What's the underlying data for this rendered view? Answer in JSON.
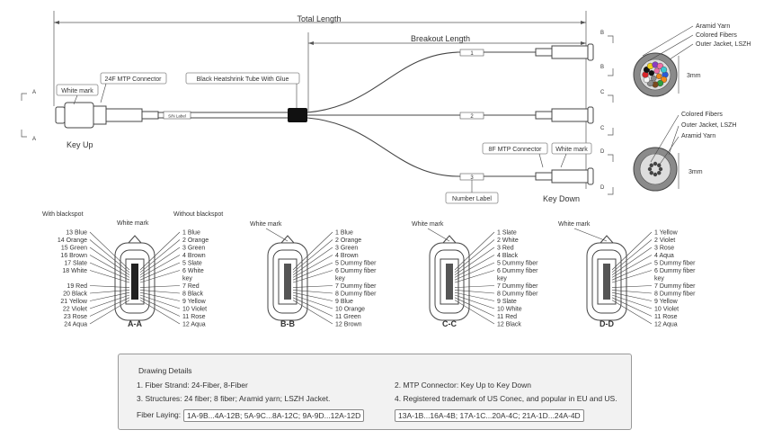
{
  "dimensions": {
    "total_length": "Total Length",
    "breakout_length": "Breakout Length"
  },
  "callouts": {
    "white_mark": "White mark",
    "mtp24": "24F MTP Connector",
    "heatshrink": "Black Heatshrink Tube With Glue",
    "mtp8": "8F MTP Connector",
    "number_label": "Number Label",
    "key_up": "Key Up",
    "key_down": "Key Down",
    "leg_labels": [
      "1",
      "2",
      "3"
    ],
    "cable_print": "S/N Label"
  },
  "section_letters": [
    "A",
    "A",
    "B",
    "B",
    "C",
    "C",
    "D",
    "D"
  ],
  "cross_section": {
    "top": [
      "Aramid Yarn",
      "Colored Fibers",
      "Outer Jacket, LSZH"
    ],
    "bottom": [
      "Colored Fibers",
      "Outer Jacket, LSZH",
      "Aramid Yarn"
    ],
    "diameter": "3mm"
  },
  "pinouts": {
    "aa": {
      "title": "A-A",
      "with_blackspot": "With blackspot",
      "without_blackspot": "Without blackspot",
      "white_mark": "White mark",
      "left": [
        "13 Blue",
        "14 Orange",
        "15 Green",
        "16 Brown",
        "17 Slate",
        "18 White",
        "",
        "19 Red",
        "20 Black",
        "21 Yellow",
        "22 Violet",
        "23 Rose",
        "24 Aqua"
      ],
      "right": [
        "1 Blue",
        "2 Orange",
        "3 Green",
        "4 Brown",
        "5 Slate",
        "6 White",
        "key",
        "7 Red",
        "8 Black",
        "9 Yellow",
        "10 Violet",
        "11 Rose",
        "12 Aqua"
      ]
    },
    "bb": {
      "title": "B-B",
      "white_mark": "White mark",
      "right": [
        "1 Blue",
        "2 Orange",
        "3 Green",
        "4 Brown",
        "5 Dummy fiber",
        "6 Dummy fiber",
        "key",
        "7 Dummy fiber",
        "8 Dummy fiber",
        "9 Blue",
        "10 Orange",
        "11 Green",
        "12 Brown"
      ]
    },
    "cc": {
      "title": "C-C",
      "white_mark": "White mark",
      "right": [
        "1 Slate",
        "2 White",
        "3 Red",
        "4 Black",
        "5 Dummy fiber",
        "6 Dummy fiber",
        "key",
        "7 Dummy fiber",
        "8 Dummy fiber",
        "9 Slate",
        "10 White",
        "11 Red",
        "12 Black"
      ]
    },
    "dd": {
      "title": "D-D",
      "white_mark": "White mark",
      "right": [
        "1 Yellow",
        "2 Violet",
        "3 Rose",
        "4 Aqua",
        "5 Dummy fiber",
        "6 Dummy fiber",
        "key",
        "7 Dummy fiber",
        "8 Dummy fiber",
        "9 Yellow",
        "10 Violet",
        "11 Rose",
        "12 Aqua"
      ]
    }
  },
  "details": {
    "title": "Drawing Details",
    "item1": "1. Fiber Strand: 24-Fiber, 8-Fiber",
    "item2": "2. MTP Connector: Key Up to Key Down",
    "item3": "3. Structures: 24 fiber; 8 fiber; Aramid yarn; LSZH Jacket.",
    "item4": "4. Registered trademark of US Conec, and popular in EU and US.",
    "laying_label": "Fiber Laying:",
    "laying_1": "1A-9B...4A-12B; 5A-9C...8A-12C; 9A-9D...12A-12D",
    "laying_2": "13A-1B...16A-4B; 17A-1C...20A-4C; 21A-1D...24A-4D"
  },
  "colors": {
    "heatshrink": "#111111",
    "outline": "#444444",
    "panel": "#f2f2f2",
    "jacket": "#8a8a8a"
  },
  "fiber_colors": [
    "#2b5bd7",
    "#f08a1c",
    "#2e9e3e",
    "#7a4a1e",
    "#8c8c8c",
    "#f4f4f4",
    "#d8262b",
    "#111111",
    "#f2d21a",
    "#8a3cc2",
    "#f06fa6",
    "#3ec7d2"
  ]
}
